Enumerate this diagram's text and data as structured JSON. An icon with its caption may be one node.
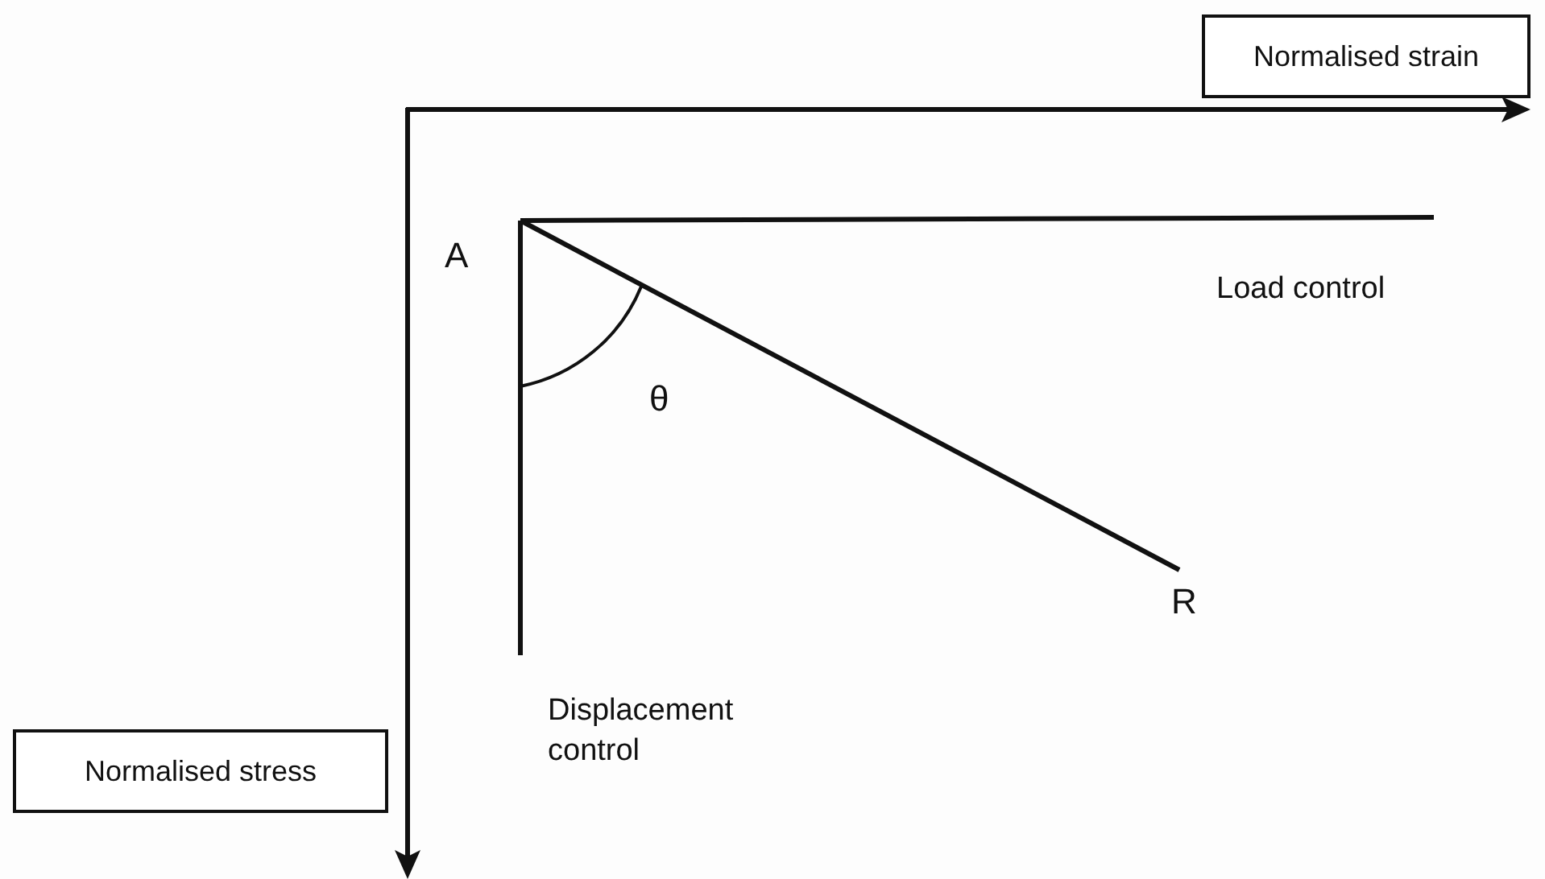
{
  "diagram": {
    "nodes": [
      {
        "text": [
          "Normalised strain"
        ]
      },
      {
        "text": [
          "A"
        ]
      },
      {
        "text": [
          "R"
        ]
      },
      {
        "text": [
          "Normalised stress"
        ]
      }
    ],
    "edges": [
      {
        "from": 1,
        "to": 2,
        "arrow": "none"
      }
    ],
    "labels": [
      "Load control",
      "θ",
      "Displacement control"
    ]
  }
}
